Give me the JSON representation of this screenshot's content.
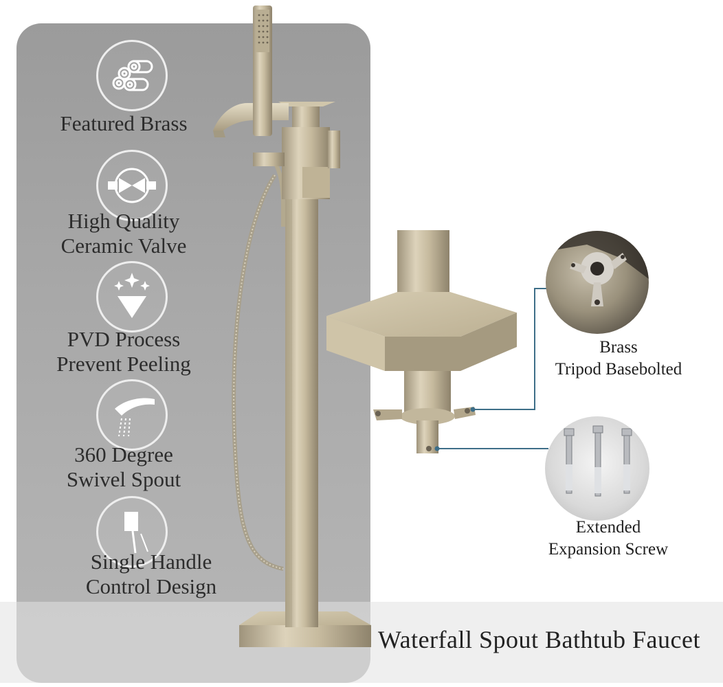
{
  "features": [
    {
      "icon": "pipes-icon",
      "lines": [
        "Featured Brass"
      ]
    },
    {
      "icon": "valve-icon",
      "lines": [
        "High Quality",
        "Ceramic Valve"
      ]
    },
    {
      "icon": "diamond-icon",
      "lines": [
        "PVD Process",
        "Prevent Peeling"
      ]
    },
    {
      "icon": "spout-icon",
      "lines": [
        "360 Degree",
        "Swivel Spout"
      ]
    },
    {
      "icon": "handle-icon",
      "lines": [
        "Single Handle",
        "Control Design"
      ]
    }
  ],
  "details": [
    {
      "lines": [
        "Brass",
        "Tripod Basebolted"
      ]
    },
    {
      "lines": [
        "Extended",
        "Expansion Screw"
      ]
    }
  ],
  "caption": "Waterfall Spout Bathtub Faucet",
  "colors": {
    "brass": "#c9bc9e",
    "panel": "#a6a6a6",
    "callout_line": "#3d6e88"
  }
}
